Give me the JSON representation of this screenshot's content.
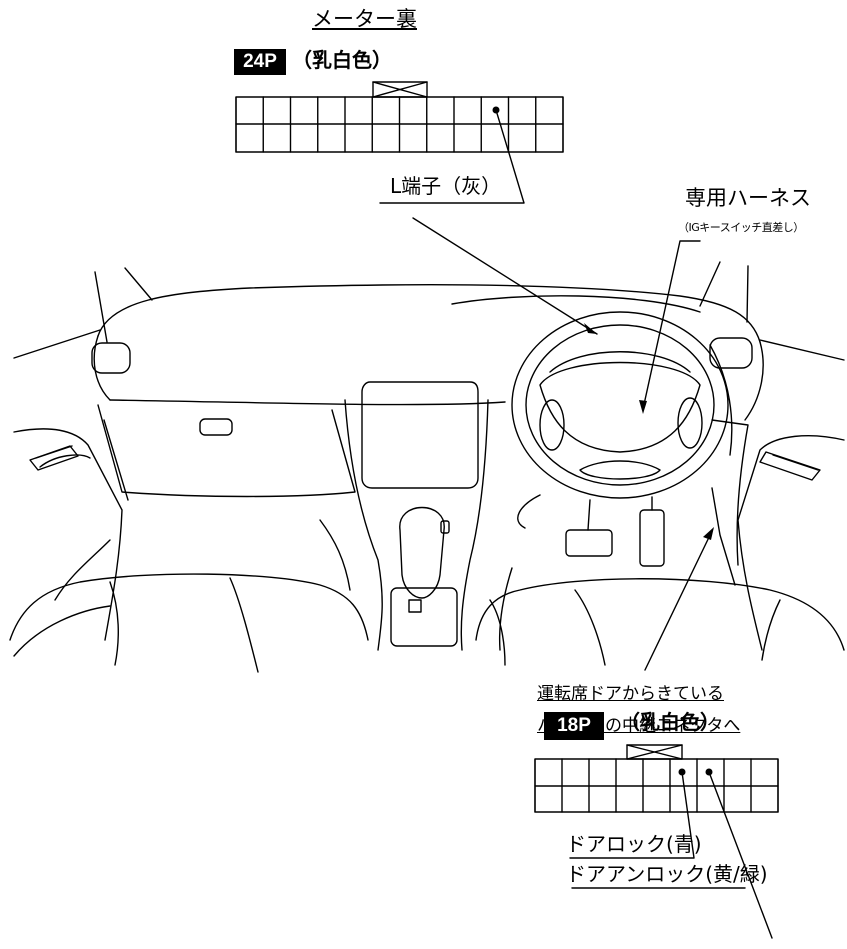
{
  "meter": {
    "title": "メーター裏",
    "pin_count": "24P",
    "color": "（乳白色）",
    "terminal_label": "L端子（灰）"
  },
  "harness": {
    "label": "専用ハーネス",
    "sub_label": "（IGキースイッチ直差し）"
  },
  "door": {
    "line1": "運転席ドアからきている",
    "line2": "ハーネスの中継コネクタへ",
    "pin_count": "18P",
    "color": "（乳白色）",
    "lock_label": "ドアロック(青)",
    "unlock_label": "ドアアンロック(黄/緑)"
  },
  "colors": {
    "line": "#000000",
    "badge_bg": "#000000",
    "badge_text": "#ffffff"
  }
}
